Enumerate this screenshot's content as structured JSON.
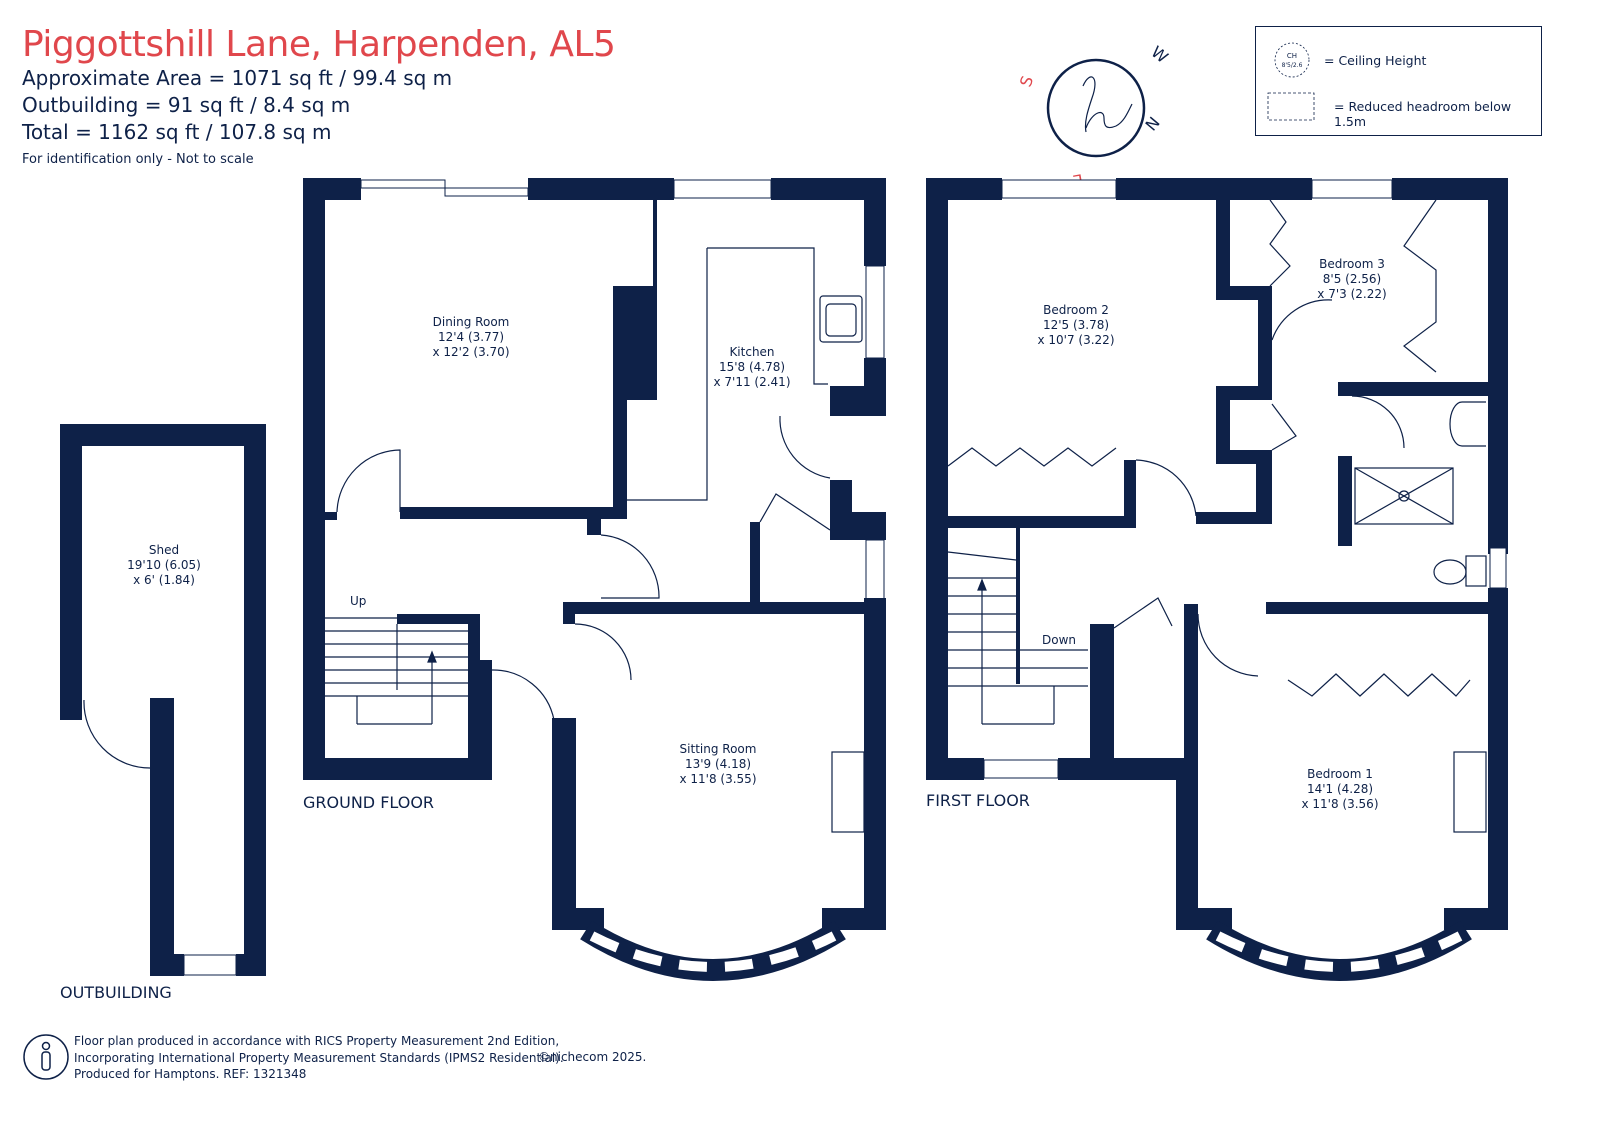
{
  "header": {
    "title": "Piggottshill Lane, Harpenden, AL5",
    "approx_area": "Approximate Area = 1071 sq ft / 99.4 sq m",
    "outbuilding": "Outbuilding = 91 sq ft / 8.4 sq m",
    "total": "Total = 1162 sq ft / 107.8 sq m",
    "disclaimer": "For identification only - Not to scale"
  },
  "legend": {
    "ceiling_symbol": "CH",
    "ceiling_symbol_value": "8'5/2.6",
    "ceiling_height": "= Ceiling Height",
    "reduced_headroom": "= Reduced headroom below 1.5m"
  },
  "compass": {
    "n": "N",
    "e": "E",
    "s": "S",
    "w": "W"
  },
  "rooms": {
    "dining": {
      "name": "Dining Room",
      "dim1": "12'4 (3.77)",
      "dim2": "x 12'2 (3.70)"
    },
    "kitchen": {
      "name": "Kitchen",
      "dim1": "15'8 (4.78)",
      "dim2": "x 7'11 (2.41)"
    },
    "sitting": {
      "name": "Sitting Room",
      "dim1": "13'9 (4.18)",
      "dim2": "x 11'8 (3.55)"
    },
    "shed": {
      "name": "Shed",
      "dim1": "19'10 (6.05)",
      "dim2": "x 6' (1.84)"
    },
    "bedroom2": {
      "name": "Bedroom 2",
      "dim1": "12'5 (3.78)",
      "dim2": "x 10'7 (3.22)"
    },
    "bedroom3": {
      "name": "Bedroom 3",
      "dim1": "8'5 (2.56)",
      "dim2": "x 7'3 (2.22)"
    },
    "bedroom1": {
      "name": "Bedroom 1",
      "dim1": "14'1 (4.28)",
      "dim2": "x 11'8 (3.56)"
    }
  },
  "stairs": {
    "up": "Up",
    "down": "Down"
  },
  "floors": {
    "ground": "GROUND FLOOR",
    "first": "FIRST FLOOR",
    "outbuilding": "OUTBUILDING"
  },
  "footer": {
    "line1": "Floor plan produced in accordance with RICS Property Measurement 2nd Edition,",
    "line2": "Incorporating International Property Measurement Standards (IPMS2 Residential).",
    "line3": "Produced for Hamptons.  REF:  1321348",
    "copyright": "©nichecom 2025."
  }
}
